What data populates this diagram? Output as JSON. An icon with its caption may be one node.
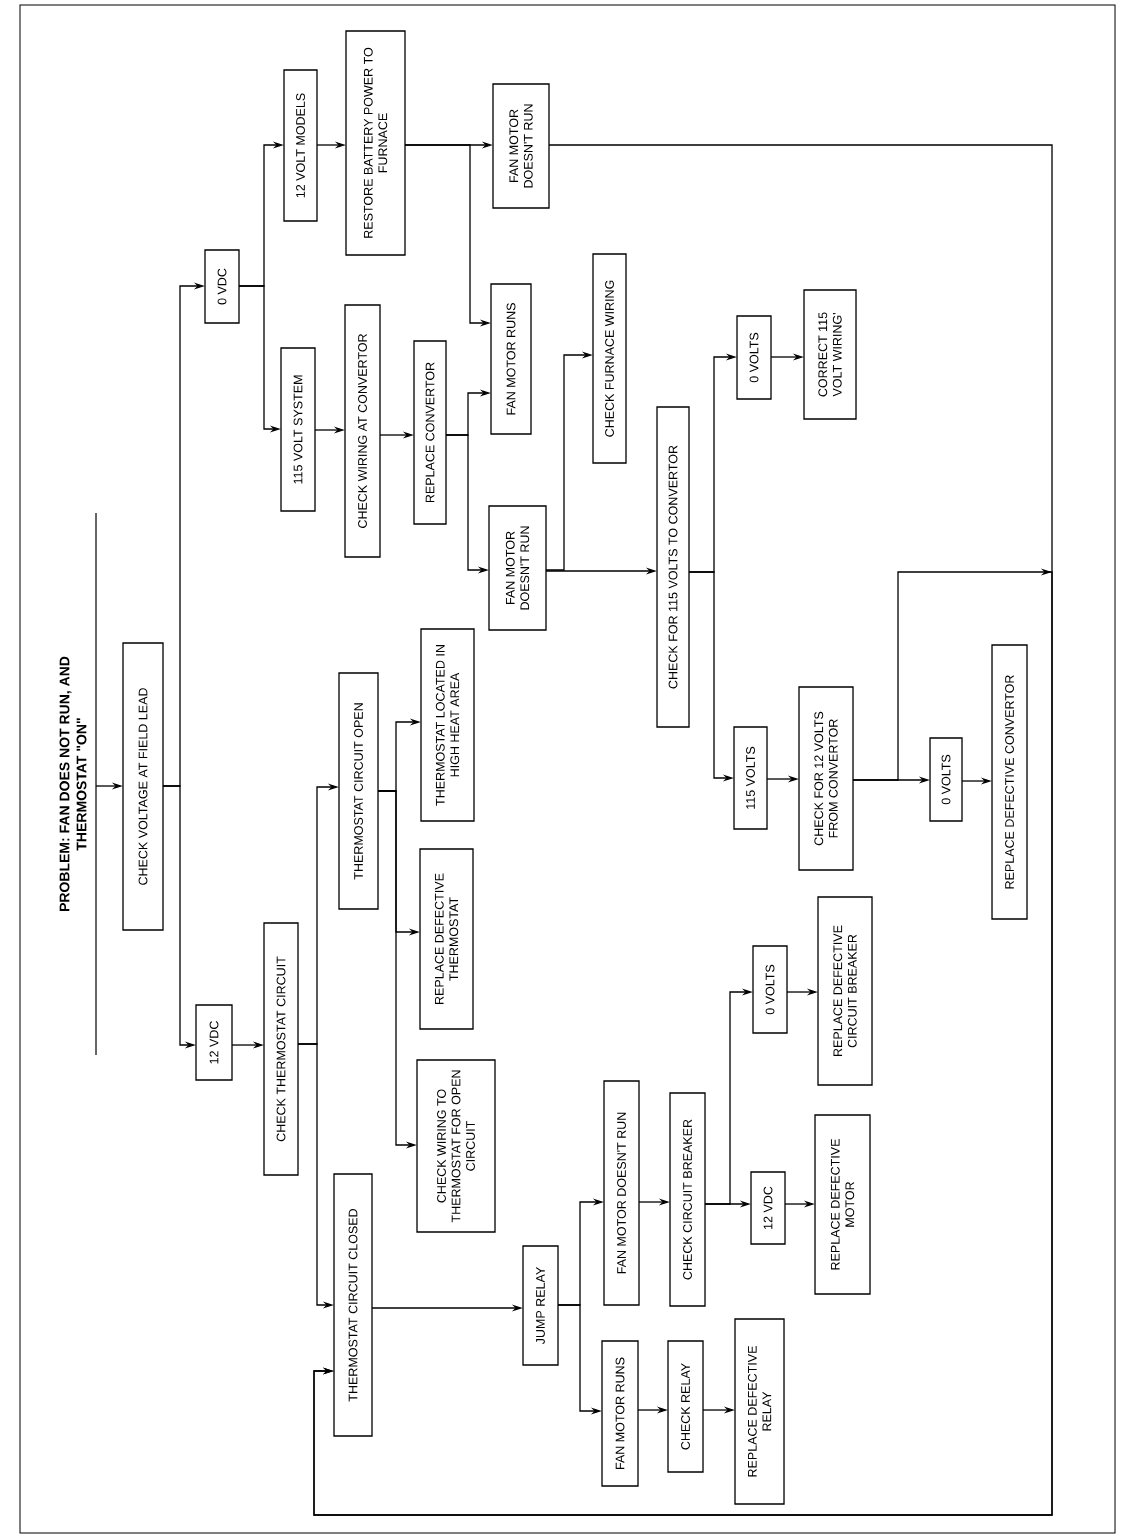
{
  "diagram": {
    "nodes": [
      {
        "text": [
          "PROBLEM: FAN DOES NOT RUN, AND THERMOSTAT \"ON\""
        ]
      },
      {
        "text": [
          "CHECK VOLTAGE AT FIELD LEAD"
        ]
      },
      {
        "text": [
          "0 VDC"
        ]
      },
      {
        "text": [
          "12 VDC"
        ]
      },
      {
        "text": [
          "12 VOLT MODELS"
        ]
      },
      {
        "text": [
          "115 VOLT SYSTEM"
        ]
      },
      {
        "text": [
          "CHECK THERMOSTAT CIRCUIT"
        ]
      },
      {
        "text": [
          "RESTORE BATTERY POWER TO FURNACE"
        ]
      },
      {
        "text": [
          "CHECK WIRING AT CONVERTOR"
        ]
      },
      {
        "text": [
          "THERMOSTAT CIRCUIT OPEN"
        ]
      },
      {
        "text": [
          "THERMOSTAT CIRCUIT CLOSED"
        ]
      },
      {
        "text": [
          "REPLACE CONVERTOR"
        ]
      },
      {
        "text": [
          "THERMOSTAT LOCATED IN HIGH HEAT AREA"
        ]
      },
      {
        "text": [
          "REPLACE DEFECTIVE THERMOSTAT"
        ]
      },
      {
        "text": [
          "CHECK WIRING TO THERMOSTAT FOR OPEN CIRCUIT"
        ]
      },
      {
        "text": [
          "FAN MOTOR DOESN'T RUN"
        ]
      },
      {
        "text": [
          "FAN MOTOR RUNS"
        ]
      },
      {
        "text": [
          "FAN MOTOR DOESN'T RUN"
        ]
      },
      {
        "text": [
          "JUMP RELAY"
        ]
      },
      {
        "text": [
          "CHECK FURNACE WIRING"
        ]
      },
      {
        "text": [
          "FAN MOTOR DOESN'T RUN"
        ]
      },
      {
        "text": [
          "FAN MOTOR RUNS"
        ]
      },
      {
        "text": [
          "CHECK FOR 115 VOLTS TO CONVERTOR"
        ]
      },
      {
        "text": [
          "CHECK CIRCUIT BREAKER"
        ]
      },
      {
        "text": [
          "CHECK RELAY"
        ]
      },
      {
        "text": [
          "0 VOLTS"
        ]
      },
      {
        "text": [
          "115 VOLTS"
        ]
      },
      {
        "text": [
          "REPLACE DEFECTIVE RELAY"
        ]
      },
      {
        "text": [
          "0 VOLTS"
        ]
      },
      {
        "text": [
          "12 VDC"
        ]
      },
      {
        "text": [
          "CORRECT 115 VOLT WIRING'"
        ]
      },
      {
        "text": [
          "CHECK FOR 12 VOLTS FROM CONVERTOR"
        ]
      },
      {
        "text": [
          "REPLACE DEFECTIVE CIRCUIT BREAKER"
        ]
      },
      {
        "text": [
          "REPLACE DEFECTIVE MOTOR"
        ]
      },
      {
        "text": [
          "0 VOLTS"
        ]
      },
      {
        "text": [
          "REPLACE DEFECTIVE CONVERTOR"
        ]
      }
    ],
    "edges": [
      {
        "from": 0,
        "to": 1,
        "arrow": "to"
      },
      {
        "from": 1,
        "to": 2,
        "arrow": "to"
      },
      {
        "from": 1,
        "to": 3,
        "arrow": "to"
      },
      {
        "from": 2,
        "to": 4,
        "arrow": "to"
      },
      {
        "from": 2,
        "to": 5,
        "arrow": "to"
      },
      {
        "from": 3,
        "to": 6,
        "arrow": "to"
      },
      {
        "from": 4,
        "to": 7,
        "arrow": "to"
      },
      {
        "from": 5,
        "to": 8,
        "arrow": "to"
      },
      {
        "from": 6,
        "to": 9,
        "arrow": "to"
      },
      {
        "from": 6,
        "to": 10,
        "arrow": "to"
      },
      {
        "from": 7,
        "to": 15,
        "arrow": "to"
      },
      {
        "from": 7,
        "to": 16,
        "arrow": "to"
      },
      {
        "from": 8,
        "to": 11,
        "arrow": "to"
      },
      {
        "from": 9,
        "to": 12,
        "arrow": "to"
      },
      {
        "from": 9,
        "to": 13,
        "arrow": "to"
      },
      {
        "from": 9,
        "to": 14,
        "arrow": "to"
      },
      {
        "from": 10,
        "to": 18,
        "arrow": "to"
      },
      {
        "from": 11,
        "to": 16,
        "arrow": "to"
      },
      {
        "from": 11,
        "to": 17,
        "arrow": "to"
      },
      {
        "from": 15,
        "to": 10,
        "arrow": "to"
      },
      {
        "from": 17,
        "to": 19,
        "arrow": "to"
      },
      {
        "from": 17,
        "to": 22,
        "arrow": "to"
      },
      {
        "from": 18,
        "to": 20,
        "arrow": "to"
      },
      {
        "from": 18,
        "to": 21,
        "arrow": "to"
      },
      {
        "from": 20,
        "to": 23,
        "arrow": "to"
      },
      {
        "from": 21,
        "to": 24,
        "arrow": "to"
      },
      {
        "from": 22,
        "to": 25,
        "arrow": "to"
      },
      {
        "from": 22,
        "to": 26,
        "arrow": "to"
      },
      {
        "from": 23,
        "to": 28,
        "arrow": "to"
      },
      {
        "from": 23,
        "to": 29,
        "arrow": "to"
      },
      {
        "from": 24,
        "to": 27,
        "arrow": "to"
      },
      {
        "from": 25,
        "to": 30,
        "arrow": "to"
      },
      {
        "from": 26,
        "to": 31,
        "arrow": "to"
      },
      {
        "from": 28,
        "to": 32,
        "arrow": "to"
      },
      {
        "from": 29,
        "to": 33,
        "arrow": "to"
      },
      {
        "from": 31,
        "to": 34,
        "arrow": "to"
      },
      {
        "from": 31,
        "to": 10,
        "arrow": "to"
      },
      {
        "from": 34,
        "to": 35,
        "arrow": "to"
      }
    ]
  }
}
